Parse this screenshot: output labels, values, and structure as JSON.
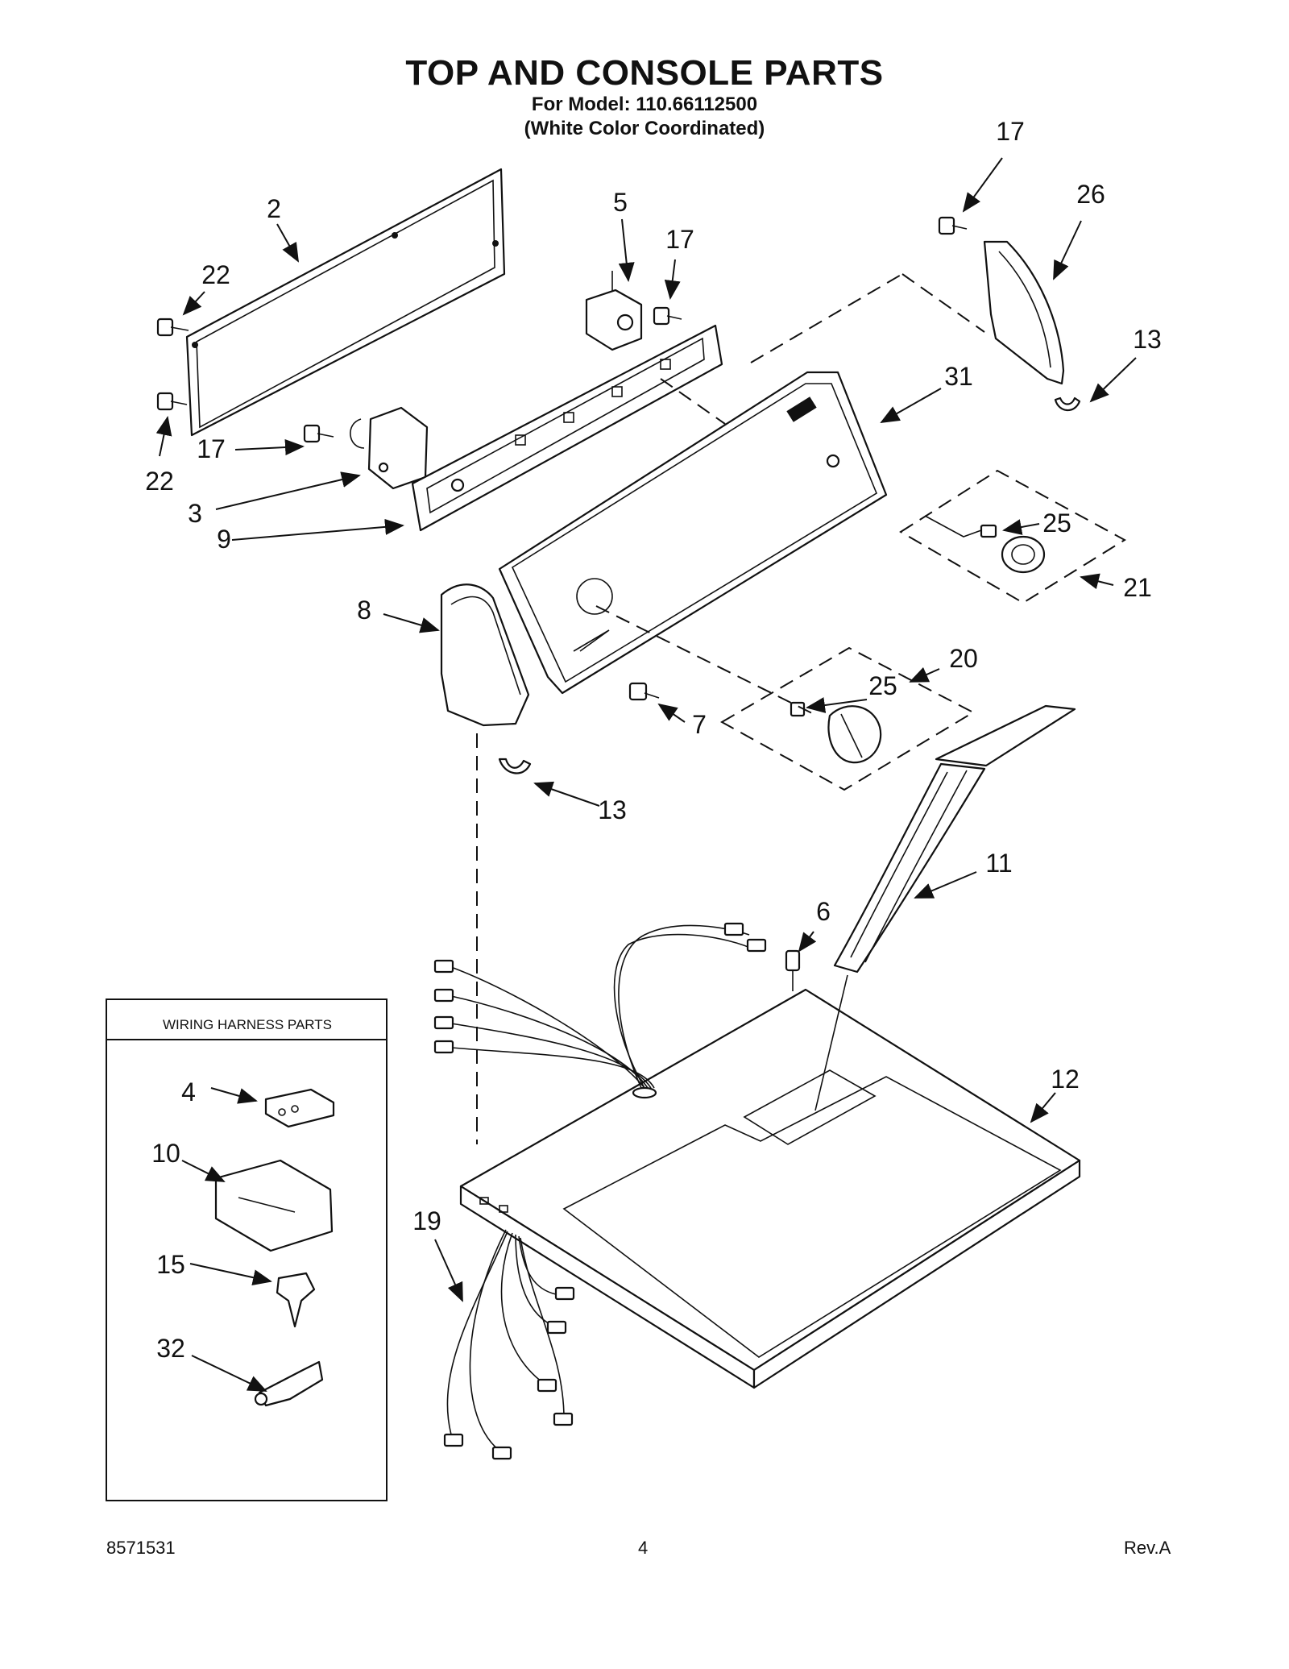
{
  "header": {
    "title": "TOP AND CONSOLE PARTS",
    "model_line": "For Model: 110.66112500",
    "color_line": "(White Color Coordinated)"
  },
  "callouts": [
    "2",
    "22",
    "22",
    "17",
    "3",
    "9",
    "5",
    "17",
    "17",
    "26",
    "13",
    "31",
    "25",
    "21",
    "8",
    "20",
    "25",
    "7",
    "13",
    "11",
    "6",
    "12",
    "19",
    "4",
    "10",
    "15",
    "32"
  ],
  "inset": {
    "title": "WIRING HARNESS PARTS",
    "labels": [
      "4",
      "10",
      "15",
      "32"
    ]
  },
  "footer": {
    "doc_number": "8571531",
    "page": "4",
    "revision": "Rev.A"
  }
}
